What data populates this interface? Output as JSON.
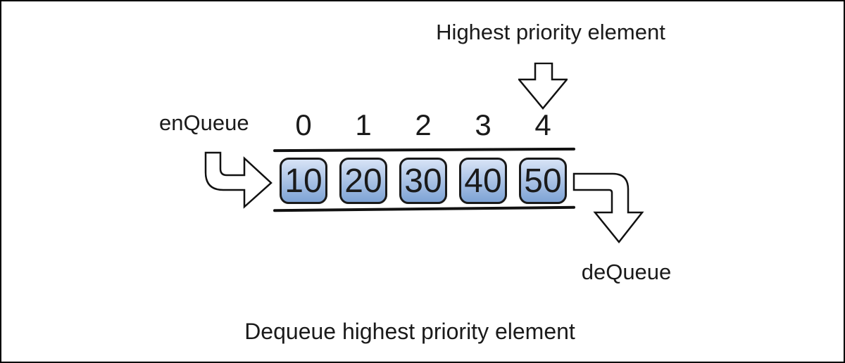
{
  "diagram": {
    "labels": {
      "highest_priority": "Highest priority element",
      "enqueue": "enQueue",
      "dequeue": "deQueue",
      "caption": "Dequeue highest priority element"
    },
    "indices": [
      "0",
      "1",
      "2",
      "3",
      "4"
    ],
    "elements": [
      "10",
      "20",
      "30",
      "40",
      "50"
    ],
    "colors": {
      "background": "#ffffff",
      "border": "#000000",
      "line": "#111111",
      "text": "#1a1a1a",
      "box_border": "#1a1a1a",
      "box_gradient_top": "#d7e3f6",
      "box_gradient_bottom": "#7ea3d5"
    }
  }
}
